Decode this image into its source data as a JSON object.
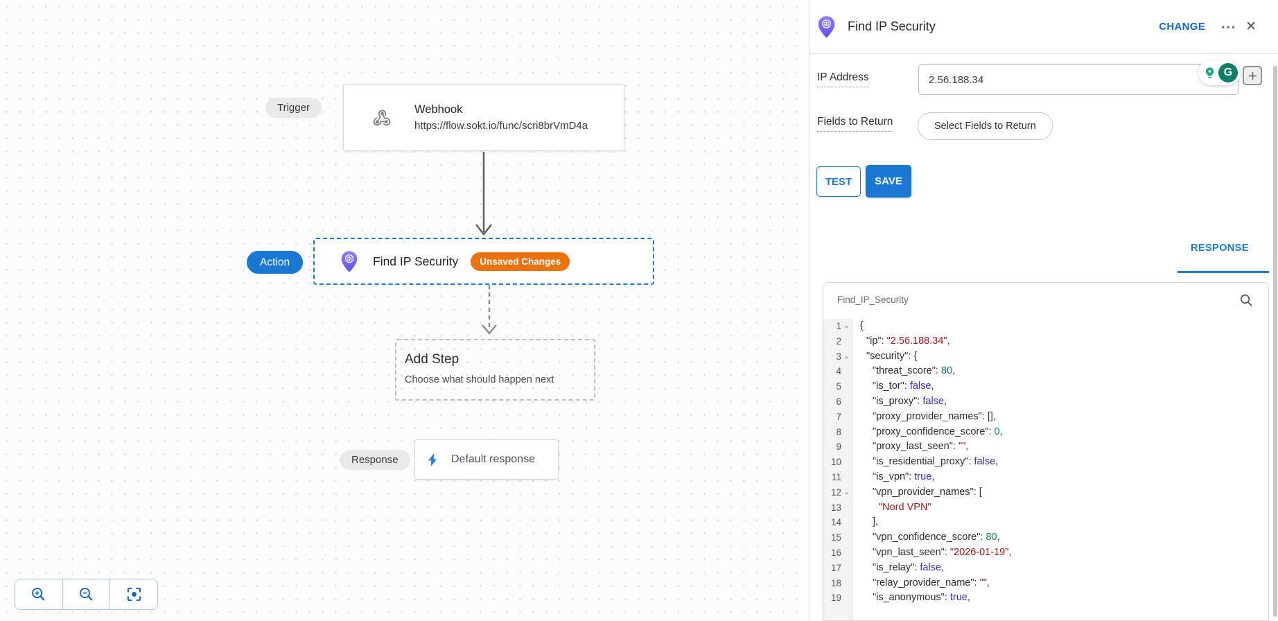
{
  "colors": {
    "accent_blue": "#1878d4",
    "orange_badge": "#ed720d",
    "pin_purple": "#7668f0",
    "grammarly_teal": "#0c7f68",
    "code_string": "#a31515",
    "code_number": "#0e7d58",
    "code_boolean": "#3230cf"
  },
  "icons": {
    "more": "⋯",
    "close": "✕",
    "fold": "⌄"
  },
  "canvas": {
    "trigger_label": "Trigger",
    "webhook": {
      "title": "Webhook",
      "url": "https://flow.sokt.io/func/scri8brVmD4a"
    },
    "action_label": "Action",
    "action": {
      "title": "Find IP Security",
      "badge": "Unsaved Changes"
    },
    "add_step": {
      "title": "Add Step",
      "subtitle": "Choose what should happen next"
    },
    "response_label": "Response",
    "response_node": {
      "title": "Default response"
    }
  },
  "panel": {
    "title": "Find IP Security",
    "change_label": "CHANGE",
    "ip": {
      "label": "IP Address",
      "value": "2.56.188.34"
    },
    "fields": {
      "label": "Fields to Return",
      "button": "Select Fields to Return"
    },
    "test_label": "TEST",
    "save_label": "SAVE",
    "response_tab": "RESPONSE",
    "response": {
      "name": "Find_IP_Security",
      "lines": [
        {
          "n": 1,
          "f": 1,
          "i": 0,
          "t": [
            [
              "p",
              "{"
            ]
          ]
        },
        {
          "n": 2,
          "i": 1,
          "t": [
            [
              "k",
              "\"ip\""
            ],
            [
              "p",
              ": "
            ],
            [
              "s",
              "\"2.56.188.34\""
            ],
            [
              "p",
              ","
            ]
          ]
        },
        {
          "n": 3,
          "f": 1,
          "i": 1,
          "t": [
            [
              "k",
              "\"security\""
            ],
            [
              "p",
              ": {"
            ]
          ]
        },
        {
          "n": 4,
          "i": 2,
          "t": [
            [
              "k",
              "\"threat_score\""
            ],
            [
              "p",
              ": "
            ],
            [
              "n",
              "80"
            ],
            [
              "p",
              ","
            ]
          ]
        },
        {
          "n": 5,
          "i": 2,
          "t": [
            [
              "k",
              "\"is_tor\""
            ],
            [
              "p",
              ": "
            ],
            [
              "b",
              "false"
            ],
            [
              "p",
              ","
            ]
          ]
        },
        {
          "n": 6,
          "i": 2,
          "t": [
            [
              "k",
              "\"is_proxy\""
            ],
            [
              "p",
              ": "
            ],
            [
              "b",
              "false"
            ],
            [
              "p",
              ","
            ]
          ]
        },
        {
          "n": 7,
          "i": 2,
          "t": [
            [
              "k",
              "\"proxy_provider_names\""
            ],
            [
              "p",
              ": [],"
            ]
          ]
        },
        {
          "n": 8,
          "i": 2,
          "t": [
            [
              "k",
              "\"proxy_confidence_score\""
            ],
            [
              "p",
              ": "
            ],
            [
              "n",
              "0"
            ],
            [
              "p",
              ","
            ]
          ]
        },
        {
          "n": 9,
          "i": 2,
          "t": [
            [
              "k",
              "\"proxy_last_seen\""
            ],
            [
              "p",
              ": "
            ],
            [
              "s",
              "\"\""
            ],
            [
              "p",
              ","
            ]
          ]
        },
        {
          "n": 10,
          "i": 2,
          "t": [
            [
              "k",
              "\"is_residential_proxy\""
            ],
            [
              "p",
              ": "
            ],
            [
              "b",
              "false"
            ],
            [
              "p",
              ","
            ]
          ]
        },
        {
          "n": 11,
          "i": 2,
          "t": [
            [
              "k",
              "\"is_vpn\""
            ],
            [
              "p",
              ": "
            ],
            [
              "b",
              "true"
            ],
            [
              "p",
              ","
            ]
          ]
        },
        {
          "n": 12,
          "f": 1,
          "i": 2,
          "t": [
            [
              "k",
              "\"vpn_provider_names\""
            ],
            [
              "p",
              ": ["
            ]
          ]
        },
        {
          "n": 13,
          "i": 3,
          "t": [
            [
              "s",
              "\"Nord VPN\""
            ]
          ]
        },
        {
          "n": 14,
          "i": 2,
          "t": [
            [
              "p",
              "],"
            ]
          ]
        },
        {
          "n": 15,
          "i": 2,
          "t": [
            [
              "k",
              "\"vpn_confidence_score\""
            ],
            [
              "p",
              ": "
            ],
            [
              "n",
              "80"
            ],
            [
              "p",
              ","
            ]
          ]
        },
        {
          "n": 16,
          "i": 2,
          "t": [
            [
              "k",
              "\"vpn_last_seen\""
            ],
            [
              "p",
              ": "
            ],
            [
              "s",
              "\"2026-01-19\""
            ],
            [
              "p",
              ","
            ]
          ]
        },
        {
          "n": 17,
          "i": 2,
          "t": [
            [
              "k",
              "\"is_relay\""
            ],
            [
              "p",
              ": "
            ],
            [
              "b",
              "false"
            ],
            [
              "p",
              ","
            ]
          ]
        },
        {
          "n": 18,
          "i": 2,
          "t": [
            [
              "k",
              "\"relay_provider_name\""
            ],
            [
              "p",
              ": "
            ],
            [
              "s",
              "\"\""
            ],
            [
              "p",
              ","
            ]
          ]
        },
        {
          "n": 19,
          "i": 2,
          "t": [
            [
              "k",
              "\"is_anonymous\""
            ],
            [
              "p",
              ": "
            ],
            [
              "b",
              "true"
            ],
            [
              "p",
              ","
            ]
          ]
        }
      ]
    }
  }
}
